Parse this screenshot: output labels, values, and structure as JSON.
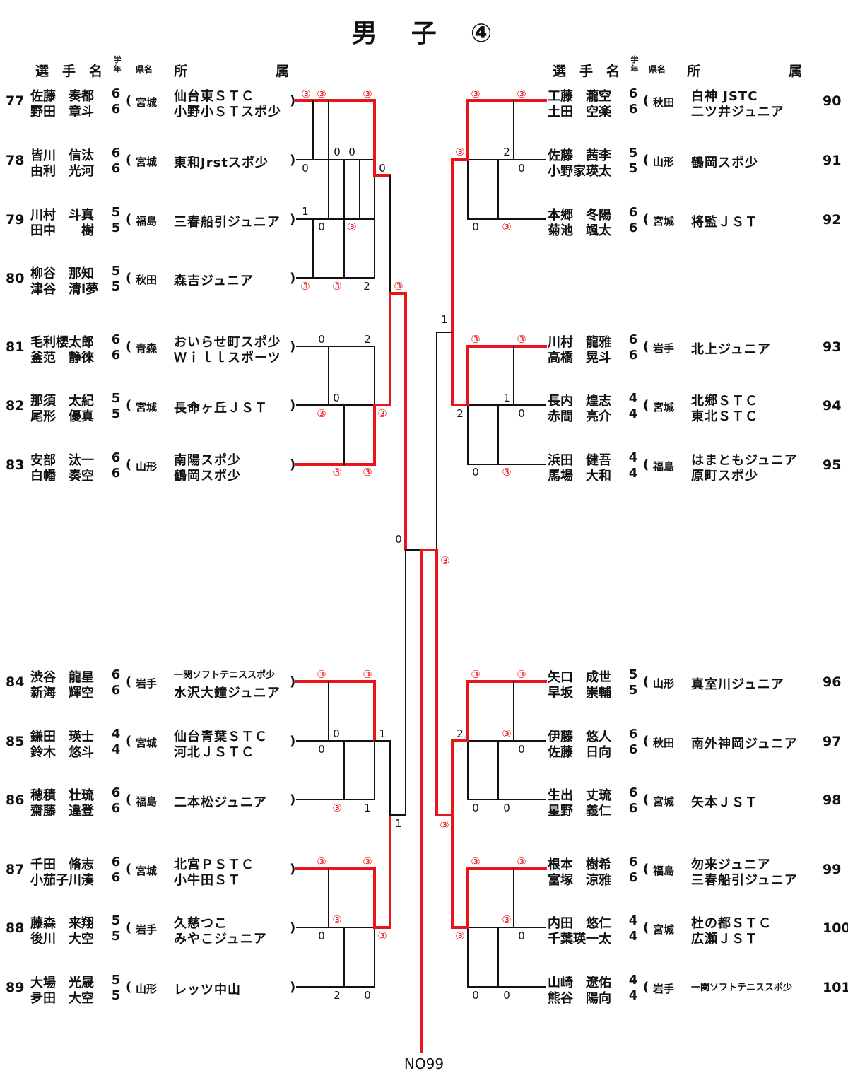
{
  "title": "男　子　④",
  "header": {
    "player": "選　手　名",
    "grade_top": "学",
    "grade_bottom": "年",
    "pref": "県名",
    "aff_a": "所",
    "aff_b": "属"
  },
  "left_entries": [
    {
      "no": "77",
      "p1": "佐藤　奏都",
      "g1": "6",
      "p2": "野田　章斗",
      "g2": "6",
      "pref": "宮城",
      "c1": "仙台東ＳＴＣ",
      "c2": "小野小ＳＴスポ少"
    },
    {
      "no": "78",
      "p1": "皆川　信汰",
      "g1": "6",
      "p2": "由利　光河",
      "g2": "6",
      "pref": "宮城",
      "c1": "東和Jrstスポ少",
      "c2": ""
    },
    {
      "no": "79",
      "p1": "川村　斗真",
      "g1": "5",
      "p2": "田中　　樹",
      "g2": "5",
      "pref": "福島",
      "c1": "三春船引ジュニア",
      "c2": ""
    },
    {
      "no": "80",
      "p1": "柳谷　那知",
      "g1": "5",
      "p2": "津谷　清i夢",
      "g2": "5",
      "pref": "秋田",
      "c1": "森吉ジュニア",
      "c2": ""
    },
    {
      "no": "81",
      "p1": "毛利櫻太郎",
      "g1": "6",
      "p2": "釜范　静徠",
      "g2": "6",
      "pref": "青森",
      "c1": "おいらせ町スポ少",
      "c2": "Ｗｉｌｌスポーツ"
    },
    {
      "no": "82",
      "p1": "那須　太紀",
      "g1": "5",
      "p2": "尾形　優真",
      "g2": "5",
      "pref": "宮城",
      "c1": "長命ヶ丘ＪＳＴ",
      "c2": ""
    },
    {
      "no": "83",
      "p1": "安部　汰一",
      "g1": "6",
      "p2": "白幡　奏空",
      "g2": "6",
      "pref": "山形",
      "c1": "南陽スポ少",
      "c2": "鶴岡スポ少"
    },
    {
      "no": "84",
      "p1": "渋谷　龍星",
      "g1": "6",
      "p2": "新海　輝空",
      "g2": "6",
      "pref": "岩手",
      "c1": "一関ソフトテニススポ少",
      "c2": "水沢大鐘ジュニア"
    },
    {
      "no": "85",
      "p1": "鎌田　瑛士",
      "g1": "4",
      "p2": "鈴木　悠斗",
      "g2": "4",
      "pref": "宮城",
      "c1": "仙台青葉ＳＴＣ",
      "c2": "河北ＪＳＴＣ"
    },
    {
      "no": "86",
      "p1": "穂積　壮琉",
      "g1": "6",
      "p2": "齋藤　違登",
      "g2": "6",
      "pref": "福島",
      "c1": "二本松ジュニア",
      "c2": ""
    },
    {
      "no": "87",
      "p1": "千田　脩志",
      "g1": "6",
      "p2": "小茄子川湊",
      "g2": "6",
      "pref": "宮城",
      "c1": "北宮ＰＳＴＣ",
      "c2": "小牛田ＳＴ"
    },
    {
      "no": "88",
      "p1": "藤森　来翔",
      "g1": "5",
      "p2": "後川　大空",
      "g2": "5",
      "pref": "岩手",
      "c1": "久慈つこ",
      "c2": "みやこジュニア"
    },
    {
      "no": "89",
      "p1": "大場　光晟",
      "g1": "5",
      "p2": "夛田　大空",
      "g2": "5",
      "pref": "山形",
      "c1": "レッツ中山",
      "c2": ""
    }
  ],
  "right_entries": [
    {
      "no": "90",
      "p1": "工藤　瀧空",
      "g1": "6",
      "p2": "土田　空楽",
      "g2": "6",
      "pref": "秋田",
      "c1": "白神 JSTC",
      "c2": "二ツ井ジュニア"
    },
    {
      "no": "91",
      "p1": "佐藤　茜李",
      "g1": "5",
      "p2": "小野家瑛太",
      "g2": "5",
      "pref": "山形",
      "c1": "鶴岡スポ少",
      "c2": ""
    },
    {
      "no": "92",
      "p1": "本郷　冬陽",
      "g1": "6",
      "p2": "菊池　颯太",
      "g2": "6",
      "pref": "宮城",
      "c1": "将監ＪＳＴ",
      "c2": ""
    },
    {
      "no": "93",
      "p1": "川村　龍雅",
      "g1": "6",
      "p2": "高橋　晃斗",
      "g2": "6",
      "pref": "岩手",
      "c1": "北上ジュニア",
      "c2": ""
    },
    {
      "no": "94",
      "p1": "長内　煌志",
      "g1": "4",
      "p2": "赤間　亮介",
      "g2": "4",
      "pref": "宮城",
      "c1": "北郷ＳＴＣ",
      "c2": "東北ＳＴＣ"
    },
    {
      "no": "95",
      "p1": "浜田　健吾",
      "g1": "4",
      "p2": "馬場　大和",
      "g2": "4",
      "pref": "福島",
      "c1": "はまともジュニア",
      "c2": "原町スポ少"
    },
    {
      "no": "96",
      "p1": "矢口　成世",
      "g1": "5",
      "p2": "早坂　崇輔",
      "g2": "5",
      "pref": "山形",
      "c1": "真室川ジュニア",
      "c2": ""
    },
    {
      "no": "97",
      "p1": "伊藤　悠人",
      "g1": "6",
      "p2": "佐藤　日向",
      "g2": "6",
      "pref": "秋田",
      "c1": "南外神岡ジュニア",
      "c2": ""
    },
    {
      "no": "98",
      "p1": "生出　丈琉",
      "g1": "6",
      "p2": "星野　義仁",
      "g2": "6",
      "pref": "宮城",
      "c1": "矢本ＪＳＴ",
      "c2": ""
    },
    {
      "no": "99",
      "p1": "根本　樹希",
      "g1": "6",
      "p2": "富塚　涼雅",
      "g2": "6",
      "pref": "福島",
      "c1": "勿来ジュニア",
      "c2": "三春船引ジュニア"
    },
    {
      "no": "100",
      "p1": "内田　悠仁",
      "g1": "4",
      "p2": "千葉瑛一太",
      "g2": "4",
      "pref": "宮城",
      "c1": "杜の都ＳＴＣ",
      "c2": "広瀬ＪＳＴ"
    },
    {
      "no": "101",
      "p1": "山崎　遼佑",
      "g1": "4",
      "p2": "熊谷　陽向",
      "g2": "4",
      "pref": "岩手",
      "c1": "一関ソフトテニススポ少",
      "c2": ""
    }
  ],
  "paren": "(",
  "close_paren": ")",
  "footer": "NO99"
}
